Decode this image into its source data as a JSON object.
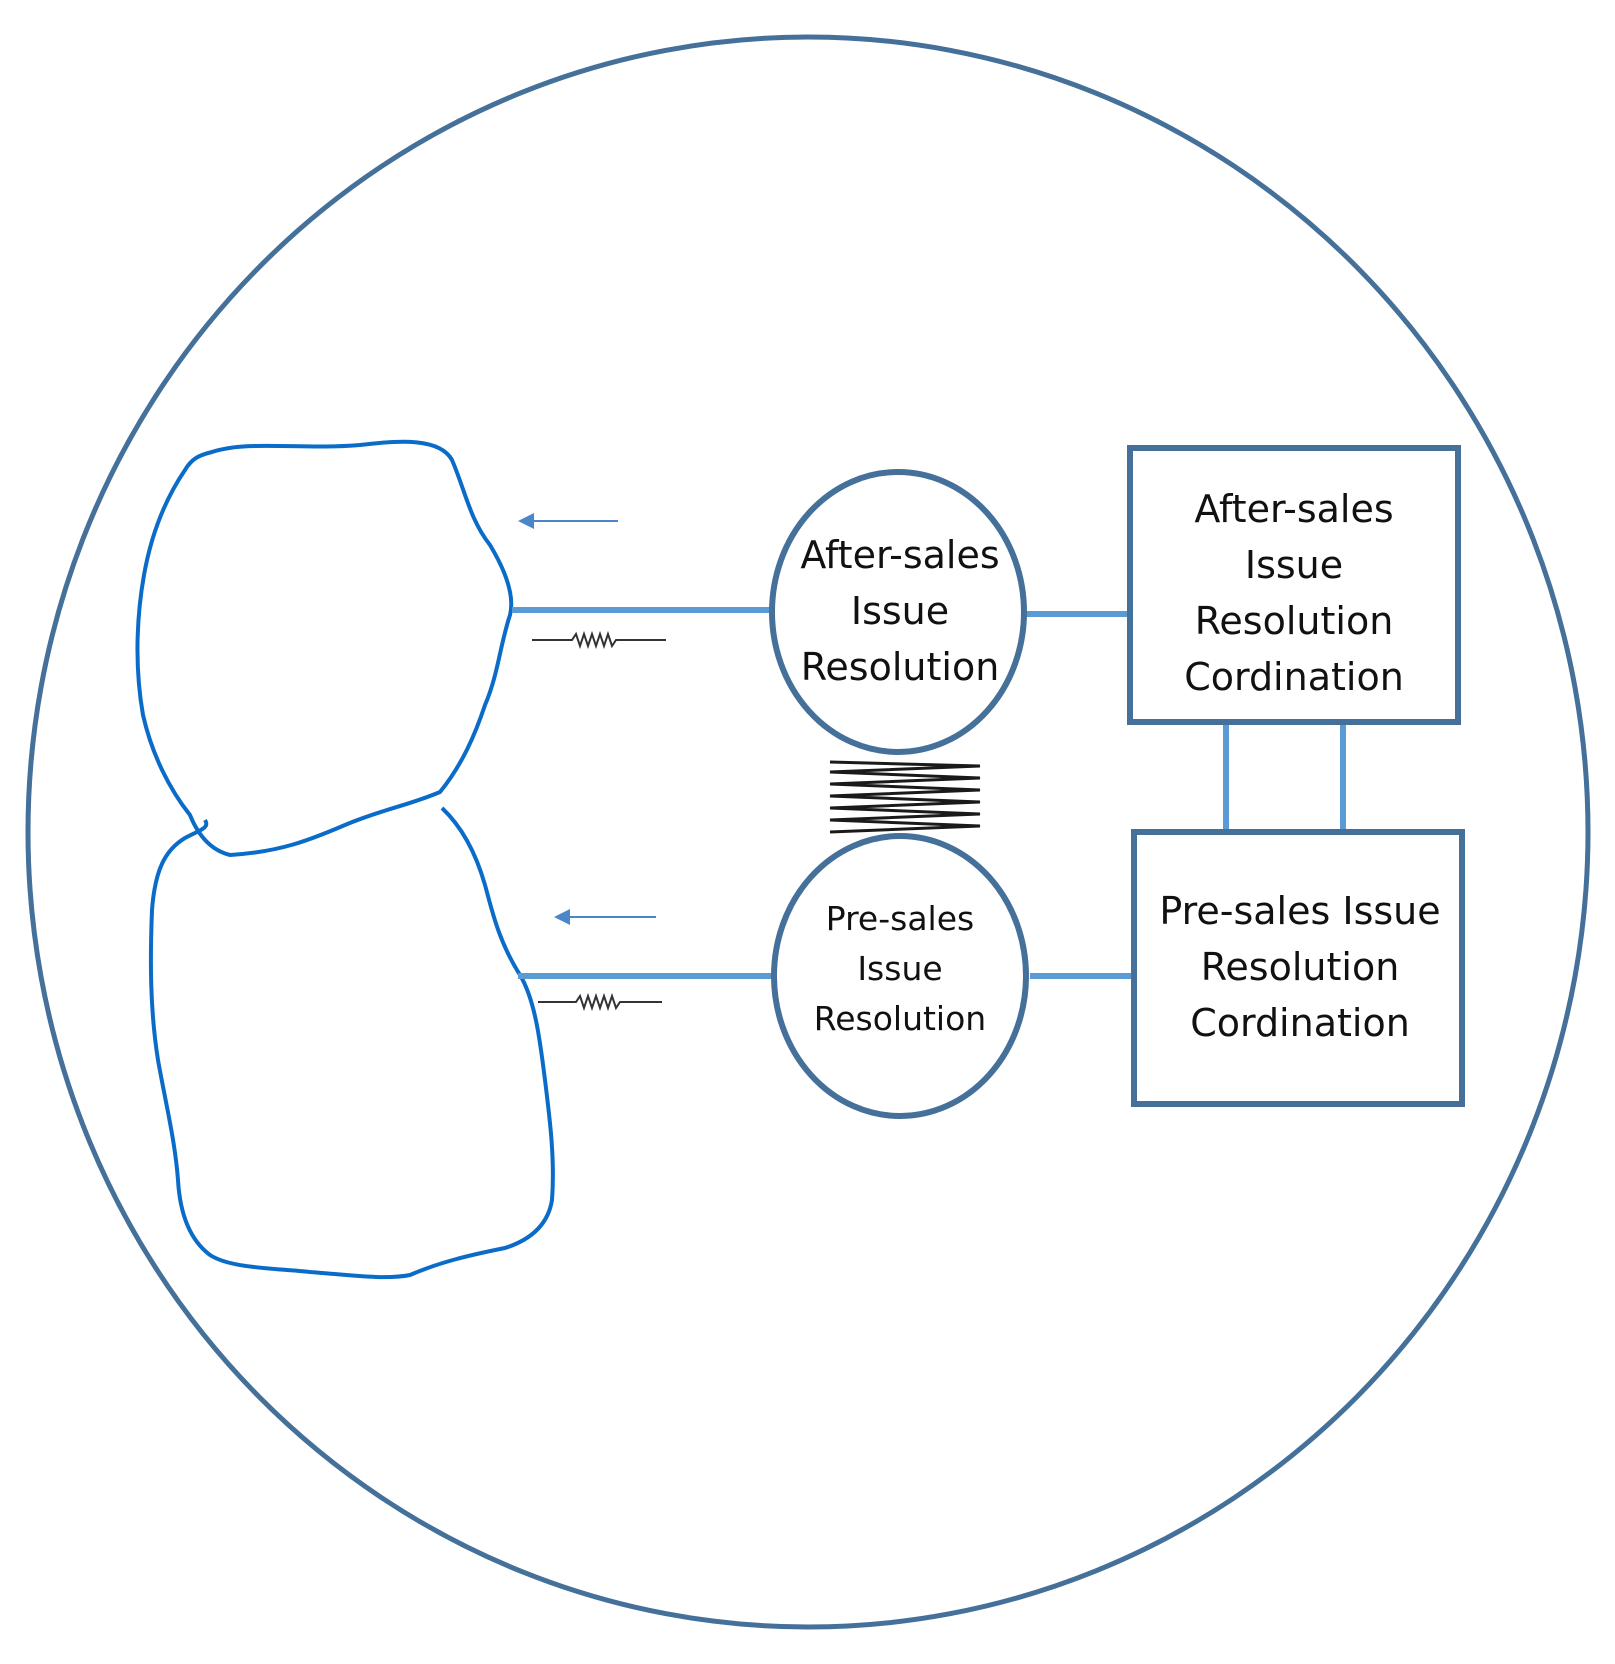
{
  "colors": {
    "outer_circle": "#44709a",
    "shapes_stroke": "#44709a",
    "connector": "#5b9bd5",
    "blob": "#0a6cc8",
    "arrow": "#4a86c8",
    "spring": "#1a1a1a",
    "resistor": "#333333"
  },
  "nodes": {
    "aftersales_circle": {
      "lines": [
        "After-sales",
        "Issue",
        "Resolution"
      ]
    },
    "presales_circle": {
      "lines": [
        "Pre-sales",
        "Issue",
        "Resolution"
      ]
    },
    "aftersales_box": {
      "lines": [
        "After-sales",
        "Issue",
        "Resolution",
        "Cordination"
      ]
    },
    "presales_box": {
      "lines": [
        "Pre-sales Issue",
        "Resolution",
        "Cordination"
      ]
    }
  },
  "icons": [
    "arrow-left-icon",
    "resistor-icon",
    "spring-icon"
  ]
}
